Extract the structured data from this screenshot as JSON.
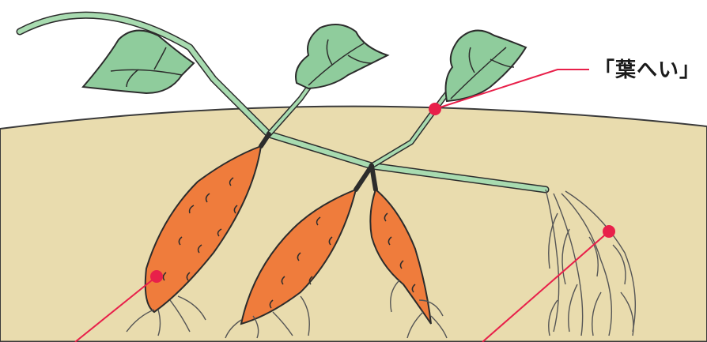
{
  "labels": {
    "petiole": "「葉へい」"
  },
  "colors": {
    "soil": "#e9dcae",
    "soil_edge": "#d6c690",
    "leaf": "#8fcc9c",
    "stem": "#a8dbb0",
    "tuber": "#ef7c3c",
    "root": "#555555",
    "marker": "#e8204a",
    "pointer": "#e8204a"
  },
  "icons": {
    "marker": "red-dot",
    "plant": "sweet-potato-plant"
  }
}
